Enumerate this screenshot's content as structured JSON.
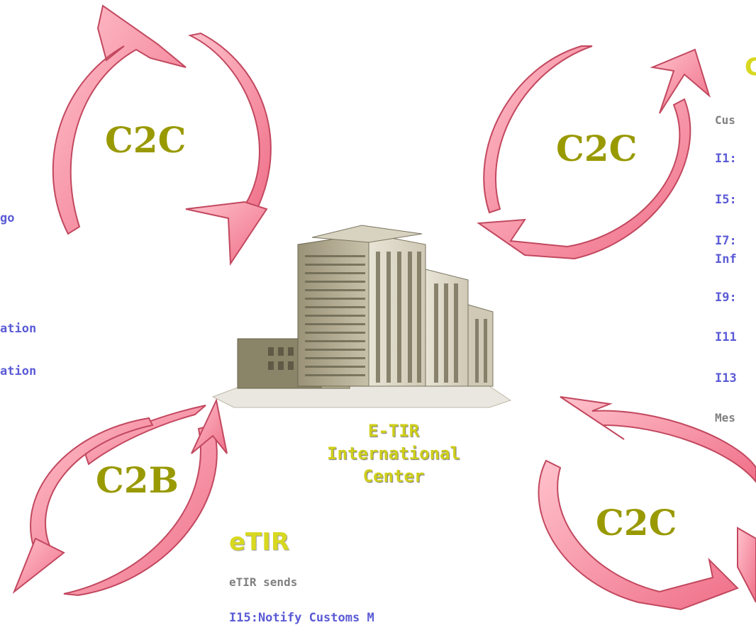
{
  "cycles": {
    "top_left": "C2C",
    "top_right": "C2C",
    "bottom_left": "C2B",
    "bottom_right": "C2C"
  },
  "center": {
    "line1": "E-TIR",
    "line2": "International",
    "line3": "Center"
  },
  "left_panel": {
    "items": [
      "go",
      "ation",
      "ation"
    ]
  },
  "right_panel": {
    "heading": "C",
    "subheading": "Cus",
    "items": [
      "I1:",
      "I5:",
      "I7:",
      "Inf",
      "I9:",
      "I11",
      "I13"
    ],
    "footer": "Mes"
  },
  "etir_panel": {
    "title": "eTIR",
    "subtitle": "eTIR sends",
    "item": "I15:Notify Customs M"
  },
  "colors": {
    "arrow_fill": "#f78fa0",
    "arrow_stroke": "#c2485f",
    "cycle_label": "#999900",
    "link_text": "#5b5bd6"
  }
}
